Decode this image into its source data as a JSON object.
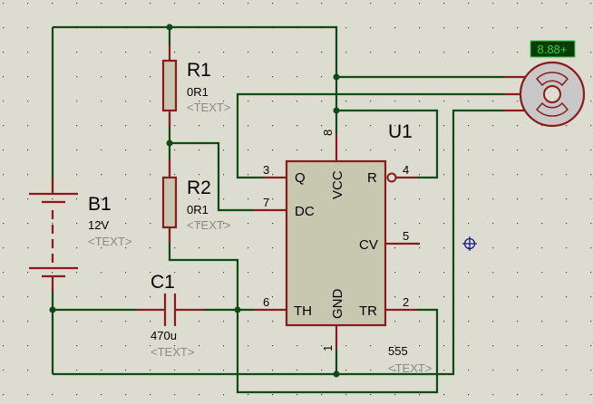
{
  "app": "Proteus ISIS schematic editor",
  "colors": {
    "background": "#dcdcd0",
    "wire": "#0f4a14",
    "component_outline": "#8b1a1a",
    "component_fill": "#c8c8b0",
    "motor_fill": "#c8c8c8",
    "display_bg": "#0a3d0a",
    "display_text": "#3ad23a",
    "cursor": "#1a1a8b",
    "placeholder_text": "#8a8a8a"
  },
  "components": {
    "r1": {
      "ref": "R1",
      "value": "0R1",
      "text": "<TEXT>"
    },
    "r2": {
      "ref": "R2",
      "value": "0R1",
      "text": "<TEXT>"
    },
    "b1": {
      "ref": "B1",
      "value": "12V",
      "text": "<TEXT>"
    },
    "c1": {
      "ref": "C1",
      "value": "470u",
      "text": "<TEXT>"
    },
    "u1": {
      "ref": "U1",
      "value": "555",
      "text": "<TEXT>",
      "pins": {
        "q": {
          "num": "3",
          "name": "Q"
        },
        "dc": {
          "num": "7",
          "name": "DC"
        },
        "th": {
          "num": "6",
          "name": "TH"
        },
        "vcc": {
          "num": "8",
          "name": "VCC"
        },
        "gnd": {
          "num": "1",
          "name": "GND"
        },
        "r": {
          "num": "4",
          "name": "R"
        },
        "cv": {
          "num": "5",
          "name": "CV"
        },
        "tr": {
          "num": "2",
          "name": "TR"
        }
      }
    },
    "motor": {
      "display": "8.88+"
    }
  },
  "cursor": {
    "icon": "crosshair-cursor-icon"
  }
}
